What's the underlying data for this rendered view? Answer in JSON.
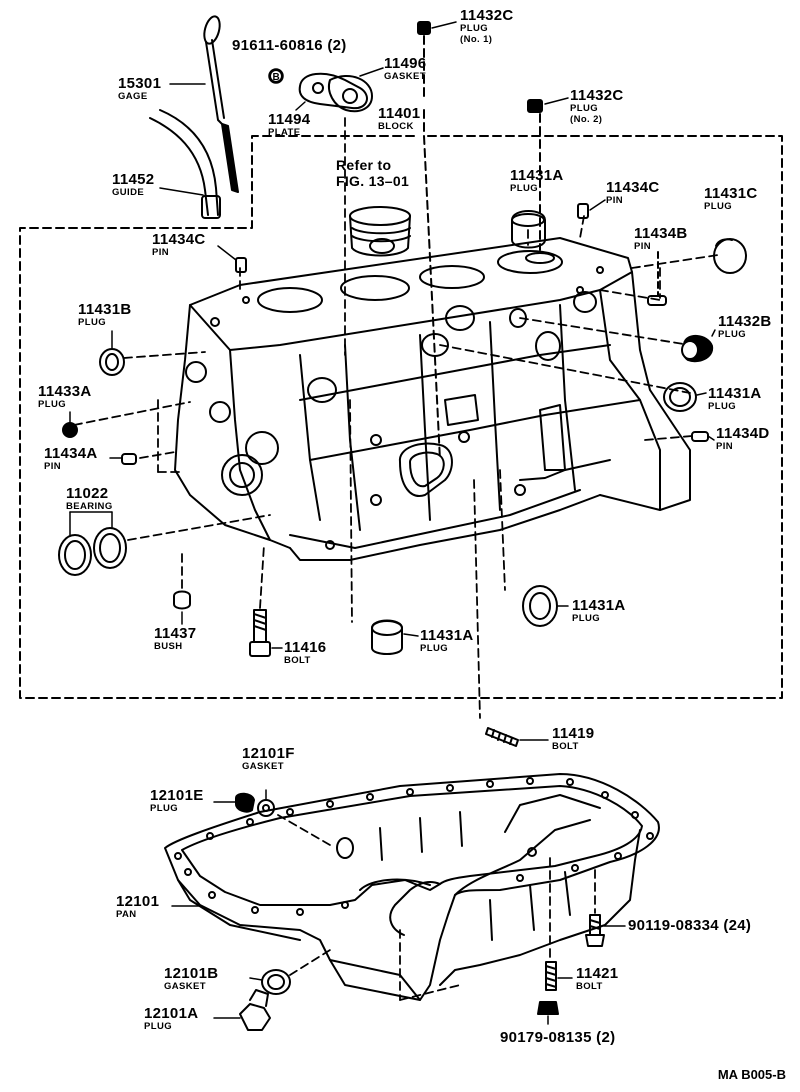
{
  "parts": [
    {
      "id": "p11432c_1",
      "number": "11432C",
      "name": "PLUG",
      "note": "(No. 1)"
    },
    {
      "id": "p91611",
      "number": "91611-60816 (2)",
      "name": "",
      "note": ""
    },
    {
      "id": "p11496",
      "number": "11496",
      "name": "GASKET",
      "note": ""
    },
    {
      "id": "p15301",
      "number": "15301",
      "name": "GAGE",
      "note": ""
    },
    {
      "id": "p11494",
      "number": "11494",
      "name": "PLATE",
      "note": ""
    },
    {
      "id": "p11432c_2",
      "number": "11432C",
      "name": "PLUG",
      "note": "(No. 2)"
    },
    {
      "id": "p11401",
      "number": "11401",
      "name": "BLOCK",
      "note": ""
    },
    {
      "id": "p11452",
      "number": "11452",
      "name": "GUIDE",
      "note": ""
    },
    {
      "id": "p11431a_top",
      "number": "11431A",
      "name": "PLUG",
      "note": ""
    },
    {
      "id": "p11434c_r",
      "number": "11434C",
      "name": "PIN",
      "note": ""
    },
    {
      "id": "p11431c",
      "number": "11431C",
      "name": "PLUG",
      "note": ""
    },
    {
      "id": "p11434c_l",
      "number": "11434C",
      "name": "PIN",
      "note": ""
    },
    {
      "id": "p11434b",
      "number": "11434B",
      "name": "PIN",
      "note": ""
    },
    {
      "id": "p11431b",
      "number": "11431B",
      "name": "PLUG",
      "note": ""
    },
    {
      "id": "p11432b",
      "number": "11432B",
      "name": "PLUG",
      "note": ""
    },
    {
      "id": "p11433a",
      "number": "11433A",
      "name": "PLUG",
      "note": ""
    },
    {
      "id": "p11431a_r",
      "number": "11431A",
      "name": "PLUG",
      "note": ""
    },
    {
      "id": "p11434a",
      "number": "11434A",
      "name": "PIN",
      "note": ""
    },
    {
      "id": "p11434d",
      "number": "11434D",
      "name": "PIN",
      "note": ""
    },
    {
      "id": "p11022",
      "number": "11022",
      "name": "BEARING",
      "note": ""
    },
    {
      "id": "p11431a_br",
      "number": "11431A",
      "name": "PLUG",
      "note": ""
    },
    {
      "id": "p11437",
      "number": "11437",
      "name": "BUSH",
      "note": ""
    },
    {
      "id": "p11416",
      "number": "11416",
      "name": "BOLT",
      "note": ""
    },
    {
      "id": "p11431a_bm",
      "number": "11431A",
      "name": "PLUG",
      "note": ""
    },
    {
      "id": "p11419",
      "number": "11419",
      "name": "BOLT",
      "note": ""
    },
    {
      "id": "p12101f",
      "number": "12101F",
      "name": "GASKET",
      "note": ""
    },
    {
      "id": "p12101e",
      "number": "12101E",
      "name": "PLUG",
      "note": ""
    },
    {
      "id": "p12101",
      "number": "12101",
      "name": "PAN",
      "note": ""
    },
    {
      "id": "p90119",
      "number": "90119-08334 (24)",
      "name": "",
      "note": ""
    },
    {
      "id": "p12101b",
      "number": "12101B",
      "name": "GASKET",
      "note": ""
    },
    {
      "id": "p11421",
      "number": "11421",
      "name": "BOLT",
      "note": ""
    },
    {
      "id": "p12101a",
      "number": "12101A",
      "name": "PLUG",
      "note": ""
    },
    {
      "id": "p90179",
      "number": "90179-08135 (2)",
      "name": "",
      "note": ""
    }
  ],
  "reference": {
    "line1": "Refer to",
    "line2": "FIG. 13–01"
  },
  "figure_code": "MA  B005-B",
  "icons": {
    "bolt_marker": "circled-B-icon"
  }
}
